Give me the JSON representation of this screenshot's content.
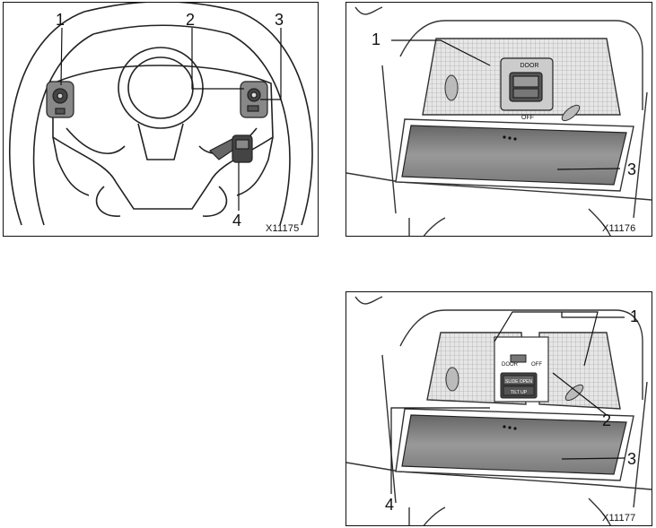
{
  "figures": [
    {
      "id": "steering",
      "code": "X11175",
      "callouts": [
        "1",
        "2",
        "3",
        "4"
      ]
    },
    {
      "id": "overhead-a",
      "code": "X11176",
      "callouts": [
        "1",
        "3"
      ],
      "switch_labels": [
        "DOOR",
        "OFF"
      ]
    },
    {
      "id": "overhead-b",
      "code": "X11177",
      "callouts": [
        "1",
        "2",
        "3",
        "4"
      ],
      "switch_labels": [
        "DOOR",
        "OFF",
        "SLIDE OPEN",
        "TILT UP"
      ]
    }
  ]
}
